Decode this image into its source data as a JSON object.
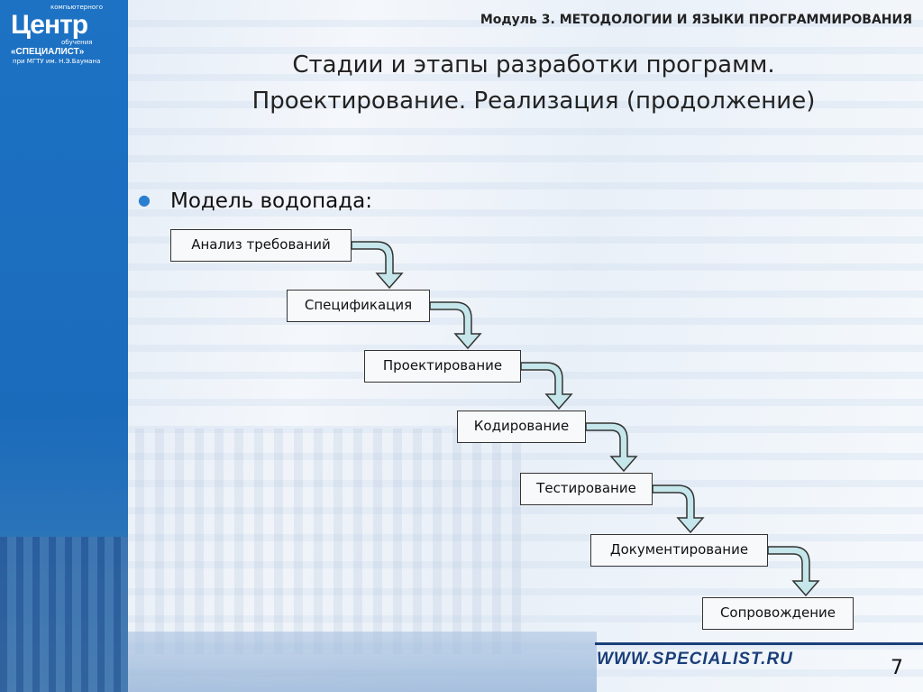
{
  "logo": {
    "line1": "компьютерного",
    "main": "Центр",
    "line2": "обучения",
    "name": "«СПЕЦИАЛИСТ»",
    "sub": "при МГТУ им. Н.Э.Баумана"
  },
  "header": "Модуль 3. МЕТОДОЛОГИИ И ЯЗЫКИ ПРОГРАММИРОВАНИЯ",
  "title": {
    "line1": "Стадии и этапы разработки программ.",
    "line2": "Проектирование. Реализация (продолжение)"
  },
  "bullet": "Модель водопада:",
  "stages": [
    "Анализ требований",
    "Спецификация",
    "Проектирование",
    "Кодирование",
    "Тестирование",
    "Документирование",
    "Сопровождение"
  ],
  "colors": {
    "sidebar": "#1d72c4",
    "arrow_fill": "#c5e6ea",
    "footer": "#1a3f7a"
  },
  "footer": "WWW.SPECIALIST.RU",
  "page_number": "7"
}
